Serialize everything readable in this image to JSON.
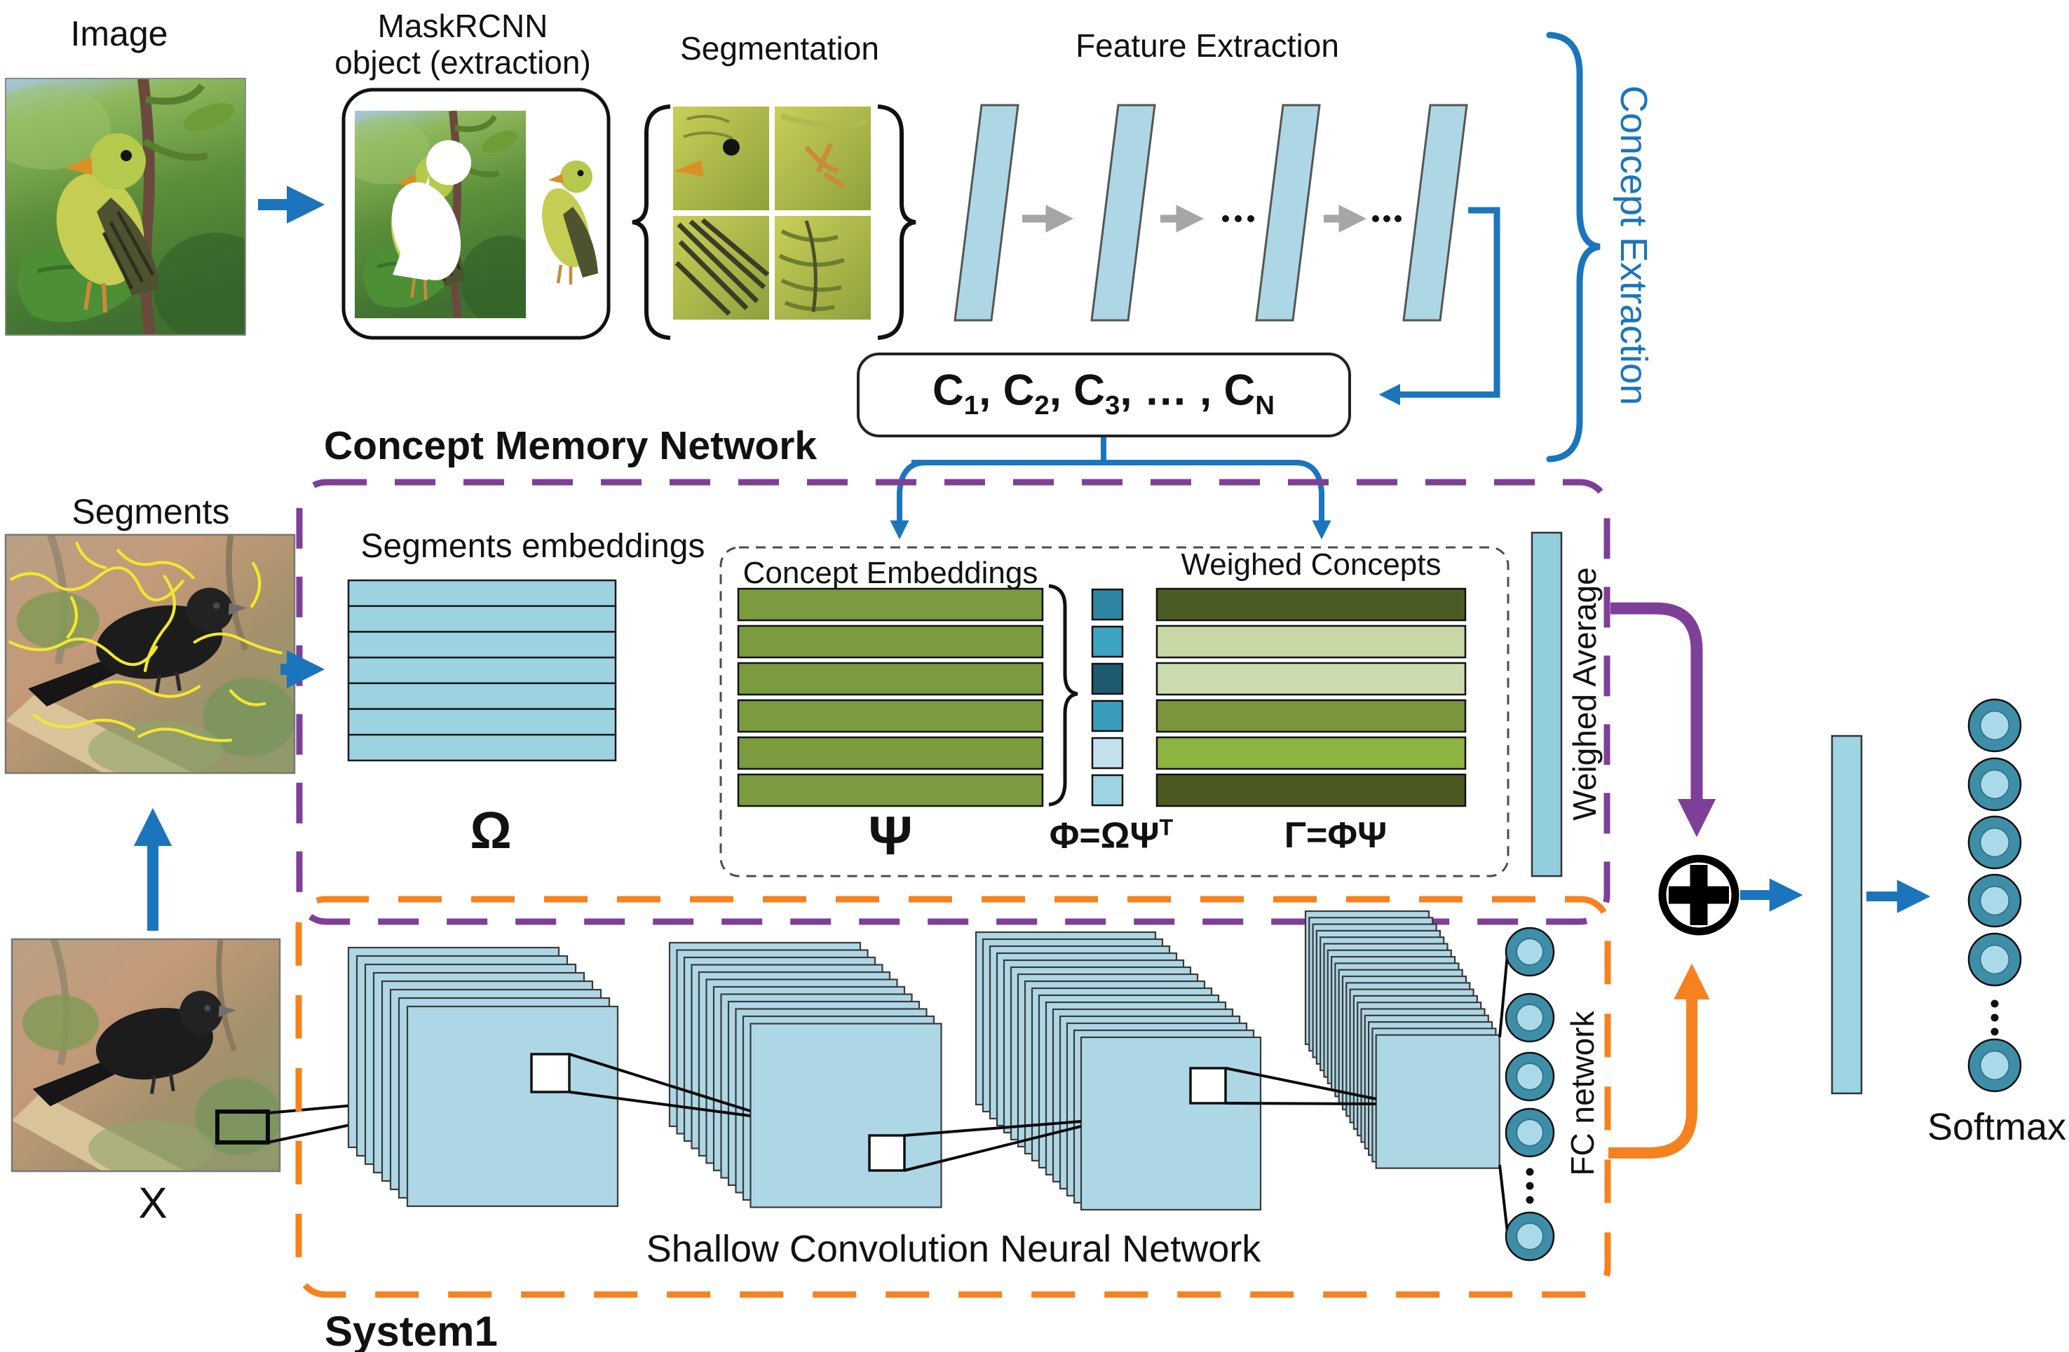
{
  "diagram": {
    "top": {
      "image_label": "Image",
      "maskrcnn_label_line1": "MaskRCNN",
      "maskrcnn_label_line2": "object (extraction)",
      "segmentation_label": "Segmentation",
      "feature_extraction_label": "Feature Extraction",
      "concept_extraction_label": "Concept Extraction",
      "concepts_box": {
        "plain_text": "C1, C2, C3, … , CN",
        "parts": [
          {
            "t": "C",
            "sub": "1"
          },
          {
            "t": ", C",
            "sub": "2"
          },
          {
            "t": ", C",
            "sub": "3"
          },
          {
            "t": ", … , C",
            "sub": "N"
          }
        ]
      }
    },
    "memory": {
      "title": "Concept Memory Network",
      "segments_embeddings_label": "Segments embeddings",
      "omega_label": "Ω",
      "concept_embeddings_label": "Concept Embeddings",
      "psi_label": "Ψ",
      "phi_label": {
        "plain_text": "Φ=ΩΨT",
        "parts": [
          {
            "t": "Φ=ΩΨ",
            "sup": "T"
          }
        ]
      },
      "weighed_concepts_label": "Weighed Concepts",
      "gamma_label": "Γ=ΦΨ",
      "weighed_average_label": "Weighed Average"
    },
    "left": {
      "segments_label": "Segments",
      "x_label": "X"
    },
    "system1": {
      "title": "System1",
      "cnn_label": "Shallow Convolution Neural Network",
      "fc_label": "FC network"
    },
    "output": {
      "softmax_label": "Softmax"
    },
    "colors": {
      "arrow_blue": "#1b75bc",
      "purple": "#7e3f98",
      "orange": "#f5821f",
      "gray_arrow": "#a6a6a6",
      "layer_blue": "#aed7e6",
      "omega_blue": "#9dd2e1",
      "psi_green": "#7a9b3e",
      "weighed_avg_bar": "#92cede",
      "vector_bar": "#9fd4e2",
      "node_outer": "#3e8ea8",
      "node_inner": "#aadaea",
      "phi_cell_colors": [
        "#2e86a3",
        "#3ea2c3",
        "#1d5a70",
        "#3a9cbd",
        "#c3e1ec",
        "#9fd3e2"
      ],
      "gamma_bar_colors": [
        "#4a5c23",
        "#c7d8a4",
        "#cbddaf",
        "#7b953d",
        "#8eb442",
        "#4c5a21"
      ]
    },
    "structure": {
      "omega_rows": 7,
      "psi_bars": 6,
      "phi_cells": 6,
      "gamma_bars": 6,
      "conv_layers": [
        8,
        12,
        16,
        20
      ],
      "fc_nodes_visible": 5,
      "softmax_nodes_visible": 6
    }
  }
}
